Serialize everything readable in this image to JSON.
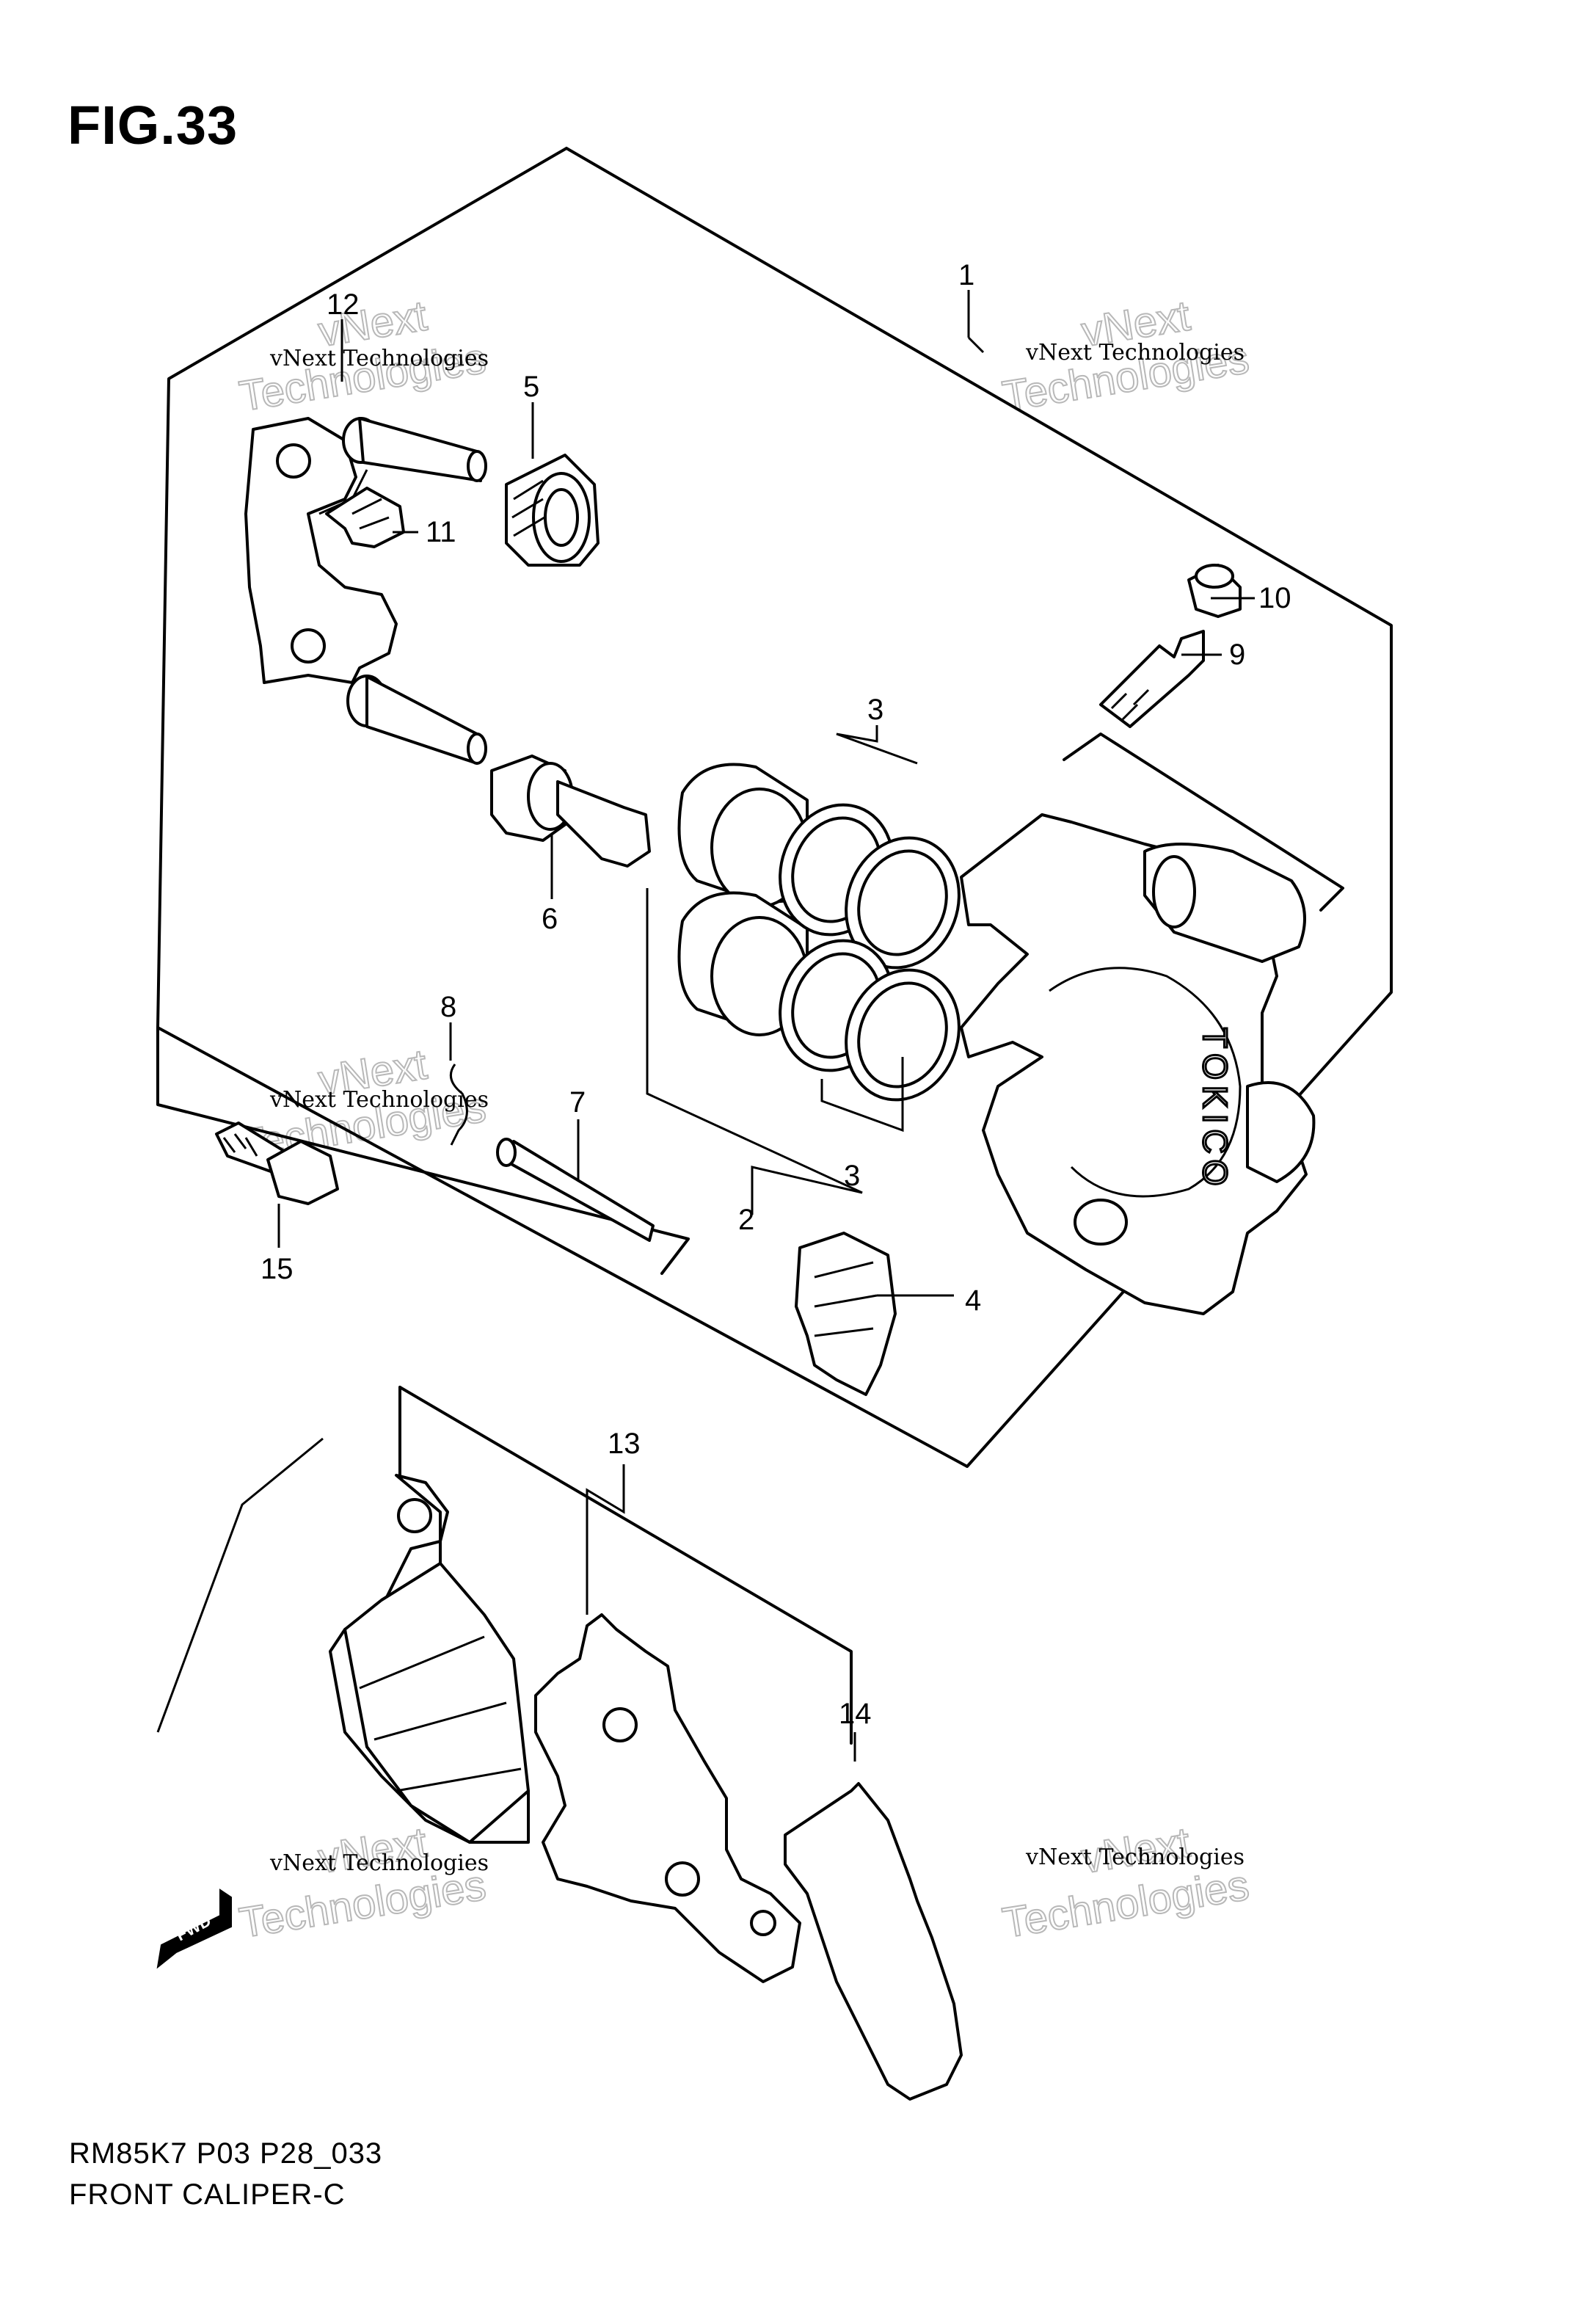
{
  "figure": {
    "title": "FIG.33",
    "model_code": "RM85K7 P03 P28_033",
    "section_name": "FRONT CALIPER-C"
  },
  "callouts": [
    "1",
    "2",
    "3",
    "3",
    "4",
    "5",
    "6",
    "7",
    "8",
    "9",
    "10",
    "11",
    "12",
    "13",
    "14",
    "15"
  ],
  "watermark": {
    "small": "vNext Technologies",
    "big_line1": "vNext",
    "big_line2": "Technologies"
  },
  "caliper_brand": "TOKICO",
  "fwd_arrow": "FWD"
}
